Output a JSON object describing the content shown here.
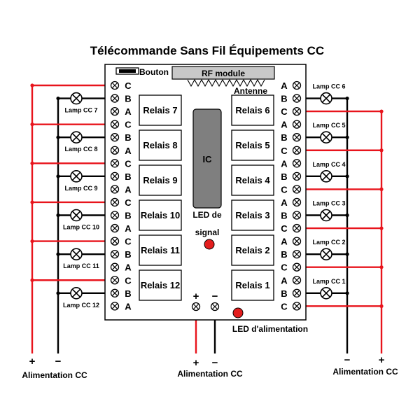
{
  "title": "Télécommande Sans Fil Équipements CC",
  "board": {
    "button_label": "Bouton",
    "rf_module_label": "RF module",
    "antenna_label": "Antenne",
    "ic_label": "IC",
    "signal_led_label_line1": "LED de",
    "signal_led_label_line2": "signal",
    "power_led_label": "LED d'alimentation",
    "relays_left": [
      "Relais 7",
      "Relais 8",
      "Relais 9",
      "Relais 10",
      "Relais 11",
      "Relais 12"
    ],
    "relays_right": [
      "Relais 6",
      "Relais 5",
      "Relais 4",
      "Relais 3",
      "Relais 2",
      "Relais 1"
    ]
  },
  "terminals_left": [
    "C",
    "B",
    "A"
  ],
  "terminals_right": [
    "A",
    "B",
    "C"
  ],
  "lamps_left": [
    "Lamp CC 7",
    "Lamp CC 8",
    "Lamp CC 9",
    "Lamp CC 10",
    "Lamp CC 11",
    "Lamp CC 12"
  ],
  "lamps_right": [
    "Lamp CC 6",
    "Lamp CC 5",
    "Lamp CC 4",
    "Lamp CC 3",
    "Lamp CC 2",
    "Lamp CC 1"
  ],
  "power_inputs": {
    "plus": "+",
    "minus": "−",
    "left_label": "Alimentation CC",
    "center_label": "Alimentation CC",
    "right_label": "Alimentation CC"
  },
  "colors": {
    "positive_wire": "#e8141c",
    "negative_wire": "#000000",
    "board_fill": "#ffffff",
    "ic_fill": "#7f7f7f",
    "rf_fill": "#c8c8c8",
    "led_fill": "#e31d1d"
  }
}
